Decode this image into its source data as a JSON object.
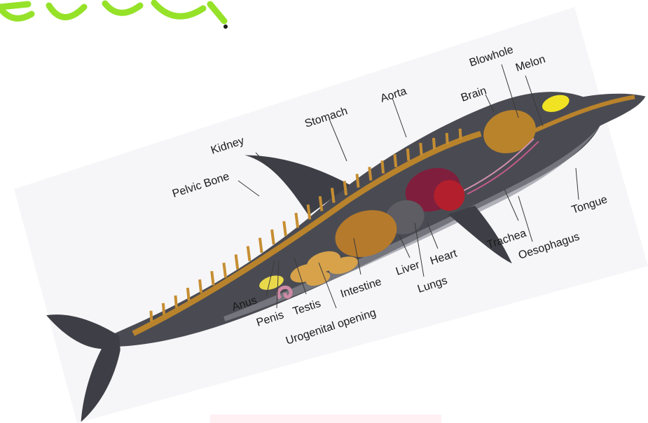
{
  "labels": {
    "blowhole": "Blowhole",
    "melon": "Melon",
    "brain": "Brain",
    "aorta": "Aorta",
    "stomach": "Stomach",
    "kidney": "Kidney",
    "pelvic_bone": "Pelvic Bone",
    "tongue": "Tongue",
    "trachea": "Trachea",
    "oesophagus": "Oesophagus",
    "heart": "Heart",
    "liver": "Liver",
    "lungs": "Lungs",
    "intestine": "Intestine",
    "testis": "Testis",
    "penis": "Penis",
    "anus": "Anus",
    "urogenital_opening": "Urogenital opening"
  },
  "colors": {
    "heading": "#8fe01e",
    "panel": "#f6f6f8",
    "body_dark": "#3e3f46",
    "body_light": "#8a8c95",
    "skeleton": "#b9832c",
    "stomach": "#b67a2c",
    "intestine": "#d7a24a",
    "heart": "#b31f2c",
    "lung": "#7f1f3d",
    "liver": "#5d5d63",
    "melon": "#f1e323",
    "kidney": "#e9d94a",
    "urogenital": "#cf8aa6"
  }
}
